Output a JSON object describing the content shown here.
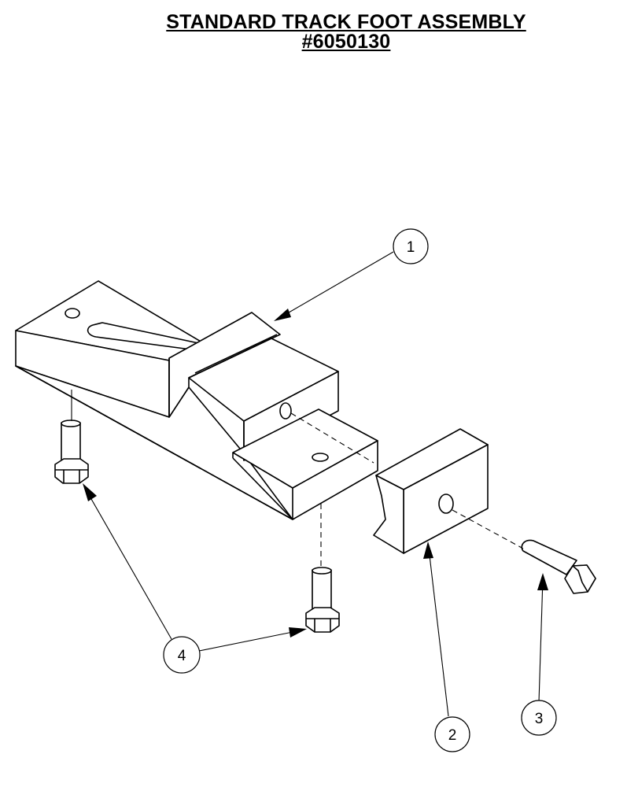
{
  "title": {
    "line1": "STANDARD TRACK FOOT ASSEMBLY",
    "line2": "#6050130"
  },
  "callouts": [
    {
      "label": "1",
      "part": "track-foot-base"
    },
    {
      "label": "2",
      "part": "clamp-block"
    },
    {
      "label": "3",
      "part": "hex-bolt"
    },
    {
      "label": "4",
      "part": "hex-stud"
    }
  ]
}
